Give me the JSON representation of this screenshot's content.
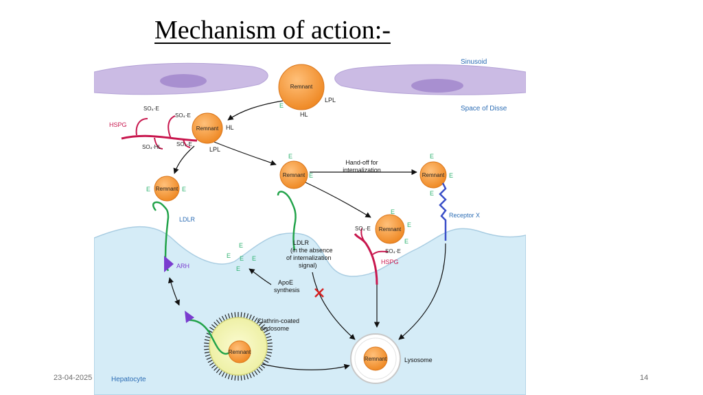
{
  "slide": {
    "title": "Mechanism of action:-",
    "date": "23-04-2025",
    "page_number": "14"
  },
  "diagram": {
    "labels": {
      "sinusoid": "Sinusoid",
      "space_of_disse": "Space of Disse",
      "hepatocyte": "Hepatocyte",
      "remnant": "Remnant",
      "lpl": "LPL",
      "hl": "HL",
      "hspg": "HSPG",
      "e": "E",
      "so4_e": "SO₄·E",
      "so4_hl": "SO₄·HL",
      "handoff_line1": "Hand-off for",
      "handoff_line2": "internalization",
      "ldlr": "LDLR",
      "ldlr_absence_line1": "LDLR",
      "ldlr_absence_line2": "(in the absence",
      "ldlr_absence_line3": "of internalization",
      "ldlr_absence_line4": "signal)",
      "arh": "ARH",
      "apoe_line1": "ApoE",
      "apoe_line2": "synthesis",
      "receptor_x": "Receptor X",
      "clathrin_line1": "Clathrin-coated",
      "clathrin_line2": "endosome",
      "lysosome": "Lysosome"
    },
    "colors": {
      "remnant_fill": "#f39a3c",
      "remnant_stroke": "#d9761c",
      "cell_fill": "#c9b8e3",
      "hepatocyte_fill": "#d4ebf6",
      "label_blue": "#2b6cb4",
      "apoe_green": "#2fb371",
      "hspg_pink": "#c8174e",
      "ldlr_green": "#22a34a",
      "receptor_blue": "#3a4fc8",
      "arh_purple": "#7a3ccf",
      "inhibit_red": "#d62020"
    }
  }
}
